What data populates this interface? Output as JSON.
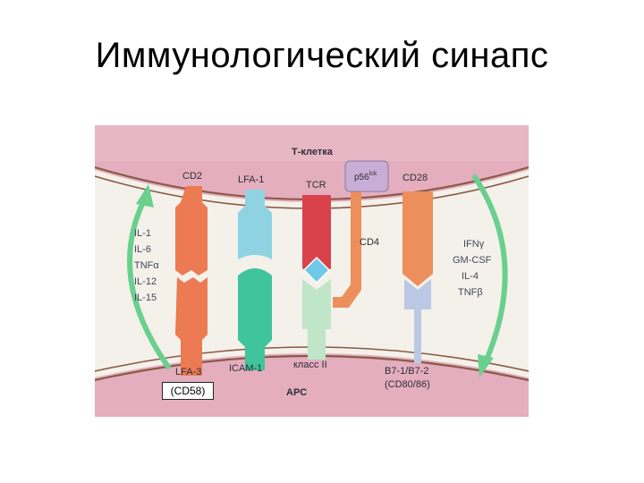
{
  "title": "Иммунологический синапс",
  "figure": {
    "t_cell_label": "Т-клетка",
    "apc_label": "APC",
    "p56_base": "p56",
    "p56_sup": "lck",
    "top_labels": {
      "cd2": "CD2",
      "lfa1": "LFA-1",
      "tcr": "TCR",
      "cd28": "CD28",
      "cd4": "CD4"
    },
    "bottom_labels": {
      "lfa3": "LFA-3",
      "icam1": "ICAM-1",
      "mhc2": "класс II",
      "b7_line1": "B7-1/B7-2",
      "b7_line2": "(CD80/86)"
    },
    "cd58_note": "(CD58)",
    "left_cytokines": [
      "IL-1",
      "IL-6",
      "TNFα",
      "IL-12",
      "IL-15"
    ],
    "right_cytokines": [
      "IFNγ",
      "GM-CSF",
      "IL-4",
      "TNFβ"
    ],
    "colors": {
      "membrane_band": "#e4aebf",
      "gap": "#f3f1ea",
      "membrane_line": "#8a5a46",
      "cd2_lfa3": "#ec7a52",
      "lfa1": "#8fd3e3",
      "icam1": "#3fc49c",
      "tcr": "#d9424a",
      "mhc2": "#bfe6c8",
      "peptide": "#6fc9e8",
      "cd4_cd28": "#ec8f5c",
      "b7": "#bcc8e4",
      "p56lck": "#c8aed6",
      "arrow": "#6ad08e"
    }
  }
}
